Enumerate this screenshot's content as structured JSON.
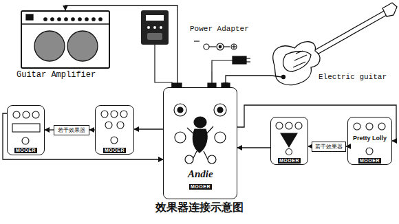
{
  "diagram": {
    "caption": "效果器连接示意图",
    "nodes": [
      {
        "text": [
          "Guitar Amplifier"
        ]
      },
      {
        "text": [
          "Power Adapter"
        ]
      },
      {
        "text": [
          "Electric guitar"
        ]
      },
      {
        "text": [
          "MOOER"
        ]
      },
      {
        "text": [
          "若干效果器"
        ]
      },
      {
        "text": [
          "MOOER"
        ]
      },
      {
        "text": [
          "Andie",
          "MOOER"
        ]
      },
      {
        "text": [
          "MOOER"
        ]
      },
      {
        "text": [
          "若干效果器"
        ]
      },
      {
        "text": [
          "Pretty Lolly",
          "MOOER"
        ]
      }
    ],
    "edges": [
      {
        "from": 2,
        "to": 6,
        "arrow": "to"
      },
      {
        "from": 1,
        "to": 6,
        "arrow": "none"
      },
      {
        "from": 6,
        "to": 0,
        "arrow": "to"
      },
      {
        "from": 6,
        "to": 5,
        "arrow": "to"
      },
      {
        "from": 5,
        "to": 4,
        "arrow": "to"
      },
      {
        "from": 4,
        "to": 3,
        "arrow": "to"
      },
      {
        "from": 3,
        "to": 6,
        "arrow": "to"
      },
      {
        "from": 6,
        "to": 9,
        "arrow": "to"
      },
      {
        "from": 9,
        "to": 8,
        "arrow": "to"
      },
      {
        "from": 8,
        "to": 7,
        "arrow": "to"
      },
      {
        "from": 7,
        "to": 6,
        "arrow": "to"
      }
    ]
  }
}
